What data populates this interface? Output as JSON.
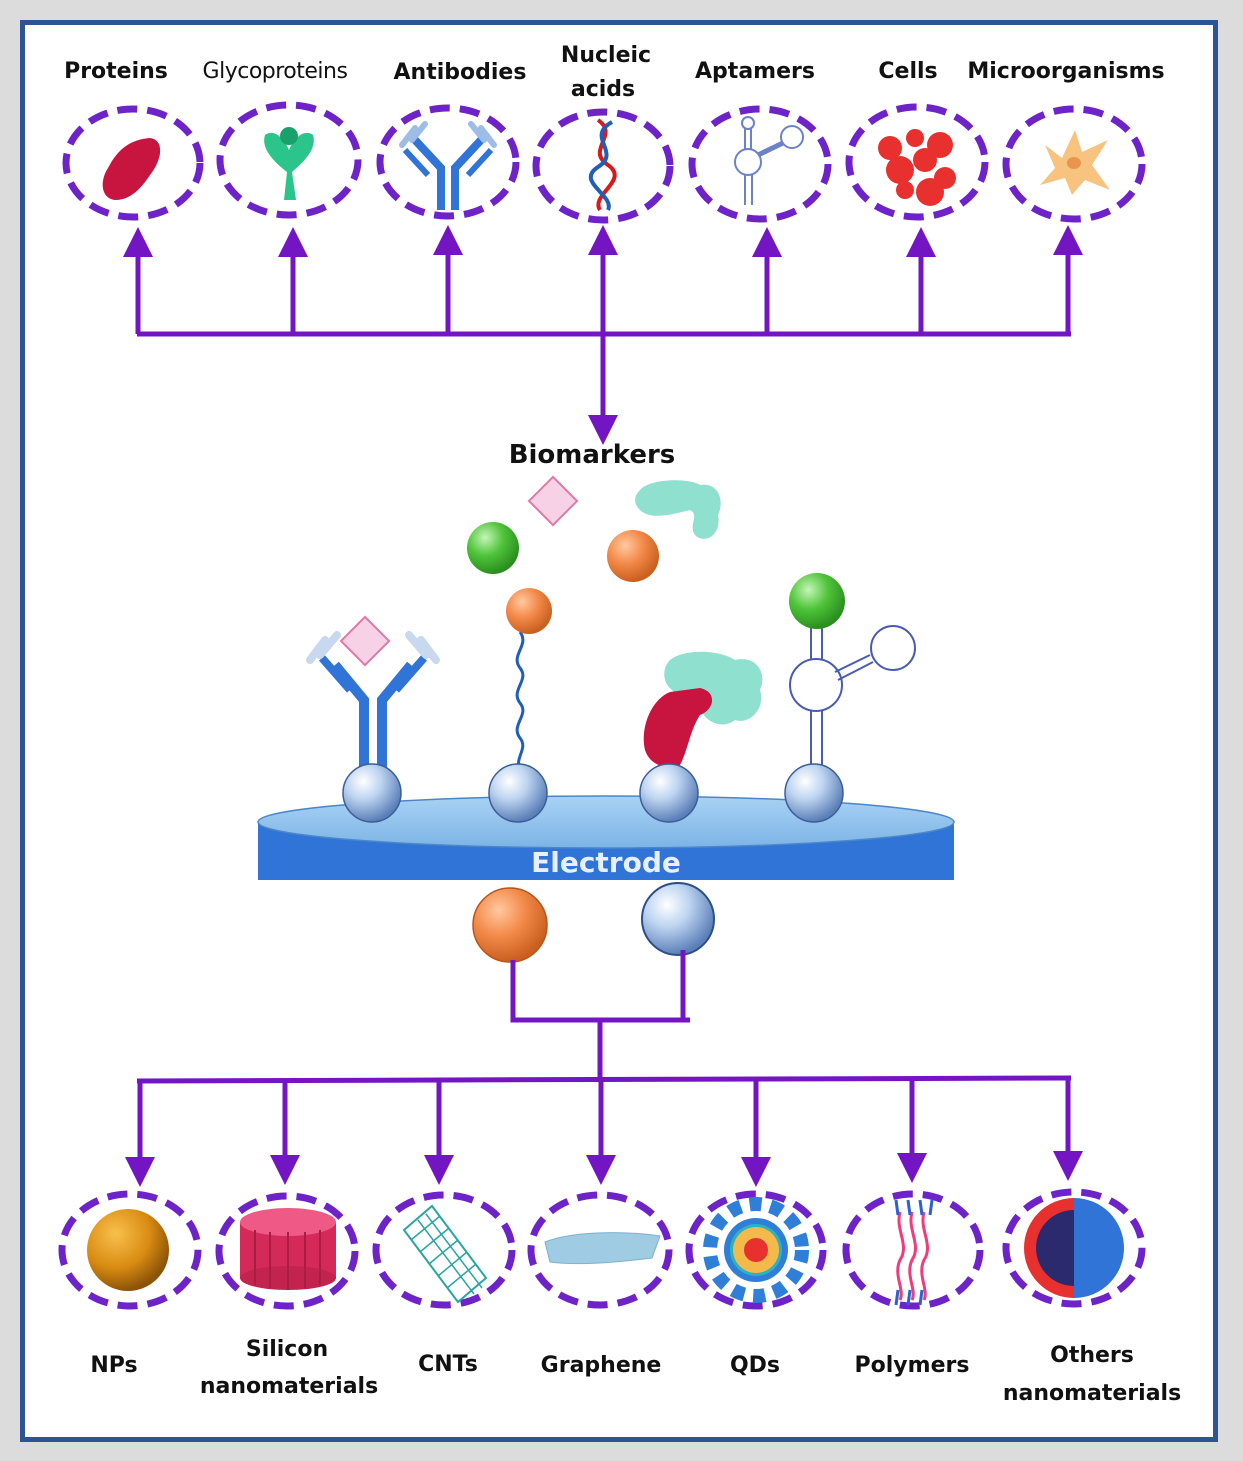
{
  "colors": {
    "frame_border": "#2f5496",
    "connector": "#7415c4",
    "ring": "#6e23c8",
    "electrode_top": "#8ec2ee",
    "electrode_body": "#2f74d6",
    "electrode_label": "#e8f0ff"
  },
  "top_row": {
    "items": [
      {
        "id": "proteins",
        "label": "Proteins",
        "icon": "protein-icon"
      },
      {
        "id": "glycoproteins",
        "label": "Glycoproteins",
        "icon": "glycoprotein-icon"
      },
      {
        "id": "antibodies",
        "label": "Antibodies",
        "icon": "antibody-icon"
      },
      {
        "id": "nucleic-acids",
        "label_line1": "Nucleic",
        "label_line2": "acids",
        "icon": "dna-helix-icon"
      },
      {
        "id": "aptamers",
        "label": "Aptamers",
        "icon": "aptamer-icon"
      },
      {
        "id": "cells",
        "label": "Cells",
        "icon": "cells-icon"
      },
      {
        "id": "microorganisms",
        "label": "Microorganisms",
        "icon": "microorganism-icon"
      }
    ]
  },
  "center": {
    "biomarkers_label": "Biomarkers",
    "electrode_label": "Electrode",
    "bioreceptors": [
      "antibody-with-antigen",
      "dna-probe",
      "protein-complex",
      "aptamer-probe"
    ]
  },
  "bottom_row": {
    "items": [
      {
        "id": "nps",
        "label": "NPs",
        "icon": "nanoparticle-icon"
      },
      {
        "id": "silicon",
        "label_line1": "Silicon",
        "label_line2": "nanomaterials",
        "icon": "silicon-nanomaterial-icon"
      },
      {
        "id": "cnts",
        "label": "CNTs",
        "icon": "carbon-nanotube-icon"
      },
      {
        "id": "graphene",
        "label": "Graphene",
        "icon": "graphene-sheet-icon"
      },
      {
        "id": "qds",
        "label": "QDs",
        "icon": "quantum-dot-icon"
      },
      {
        "id": "polymers",
        "label": "Polymers",
        "icon": "polymer-icon"
      },
      {
        "id": "others",
        "label_line1": "Others",
        "label_line2": "nanomaterials",
        "icon": "other-nanomaterial-icon"
      }
    ]
  }
}
